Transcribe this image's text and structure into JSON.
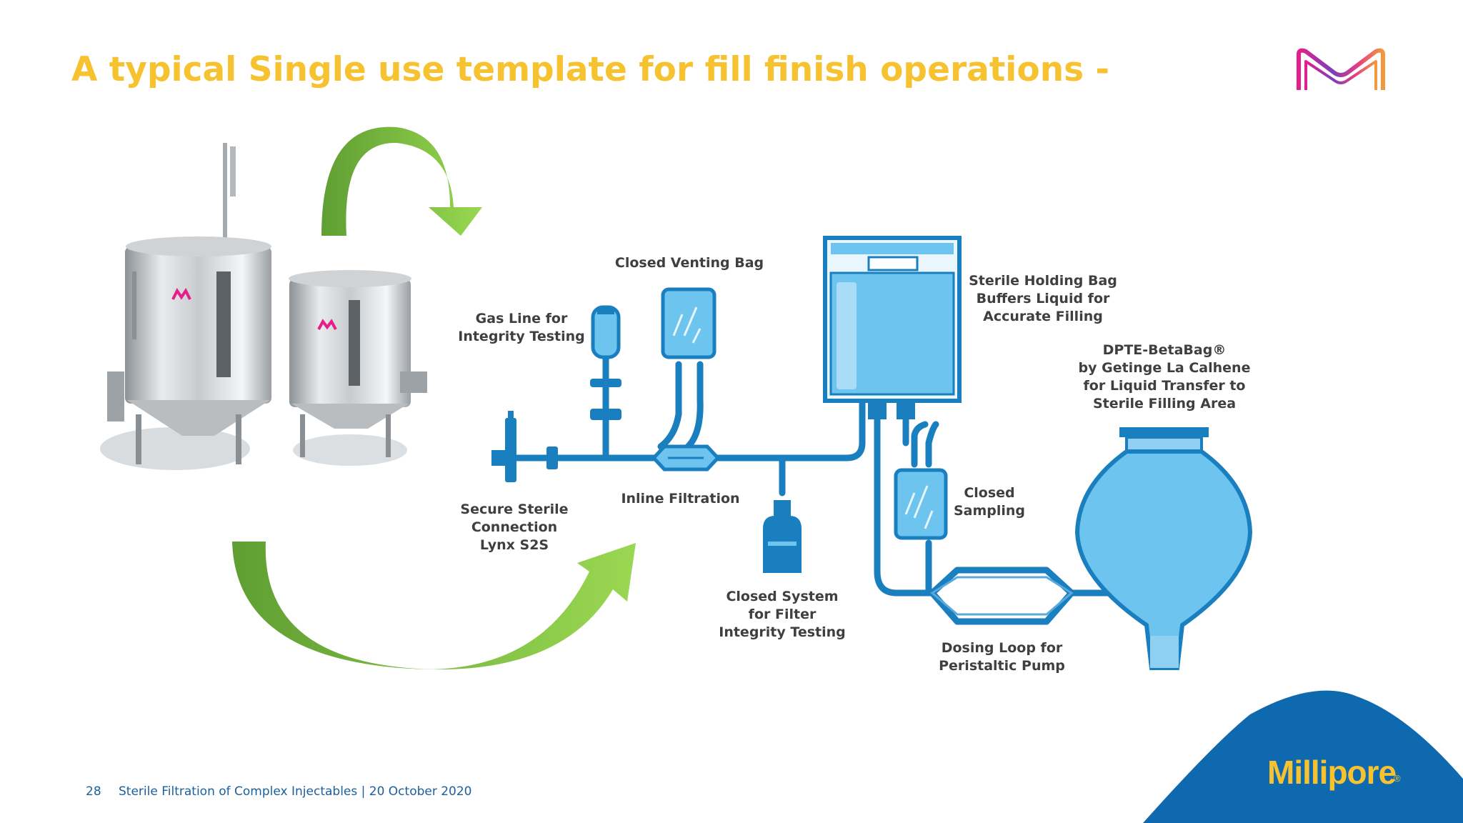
{
  "slide": {
    "title": "A typical Single use template for fill finish operations -",
    "page_number": "28",
    "footer": "Sterile Filtration of Complex Injectables | 20 October 2020",
    "brand": "Millipore",
    "brand_mark": "®"
  },
  "diagram": {
    "labels": {
      "gas_line": "Gas Line for\nIntegrity Testing",
      "venting_bag": "Closed Venting Bag",
      "holding_bag": "Sterile Holding Bag\nBuffers Liquid for\nAccurate Filling",
      "betabag": "DPTE-BetaBag®\nby Getinge La Calhene\nfor Liquid Transfer to\nSterile Filling Area",
      "inline_filtration": "Inline Filtration",
      "sterile_connection": "Secure Sterile\nConnection\nLynx S2S",
      "closed_sampling": "Closed\nSampling",
      "filter_testing": "Closed System\nfor Filter\nIntegrity Testing",
      "dosing_loop": "Dosing Loop for\nPeristaltic Pump"
    }
  },
  "colors": {
    "title": "#f6c22f",
    "pipe": "#1a7fbf",
    "liquid": "#6cc4ef",
    "arrow_dark": "#6aa83a",
    "arrow_light": "#8fd14f",
    "brand_bg": "#0f69af"
  }
}
